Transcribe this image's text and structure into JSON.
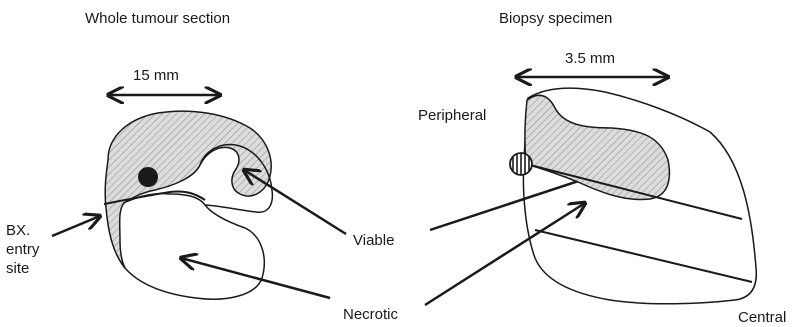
{
  "left_panel": {
    "title": "Whole tumour section",
    "dimension": "15 mm",
    "entry_label_line1": "BX.",
    "entry_label_line2": "entry",
    "entry_label_line3": "site"
  },
  "right_panel": {
    "title": "Biopsy specimen",
    "dimension": "3.5 mm",
    "peripheral_label": "Peripheral",
    "central_label": "Central"
  },
  "shared_labels": {
    "viable": "Viable",
    "necrotic": "Necrotic"
  },
  "colors": {
    "ink": "#1a1a1a",
    "background": "#ffffff",
    "viable_fill": "#d9d9d9"
  }
}
